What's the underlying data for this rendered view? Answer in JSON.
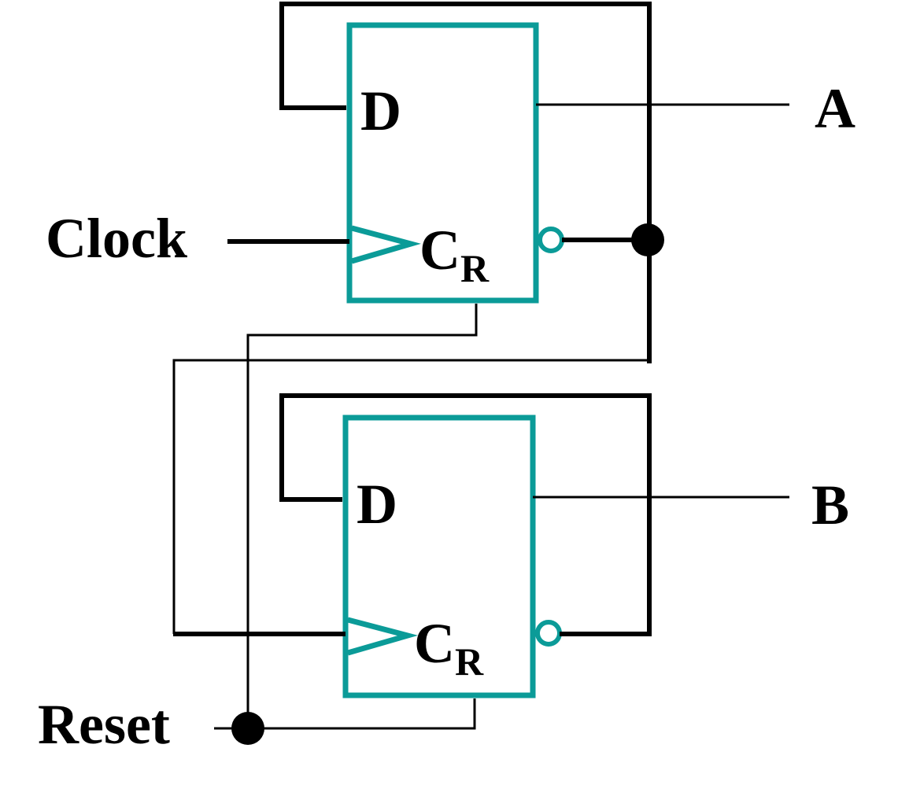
{
  "colors": {
    "flipflop": "#0b9b98",
    "wire": "#000000",
    "background": "#ffffff"
  },
  "labels": {
    "clock": "Clock",
    "reset": "Reset",
    "output_a": "A",
    "output_b": "B"
  },
  "flipflops": [
    {
      "d_label": "D",
      "clk_label": "C",
      "clk_sub": "R"
    },
    {
      "d_label": "D",
      "clk_label": "C",
      "clk_sub": "R"
    }
  ]
}
